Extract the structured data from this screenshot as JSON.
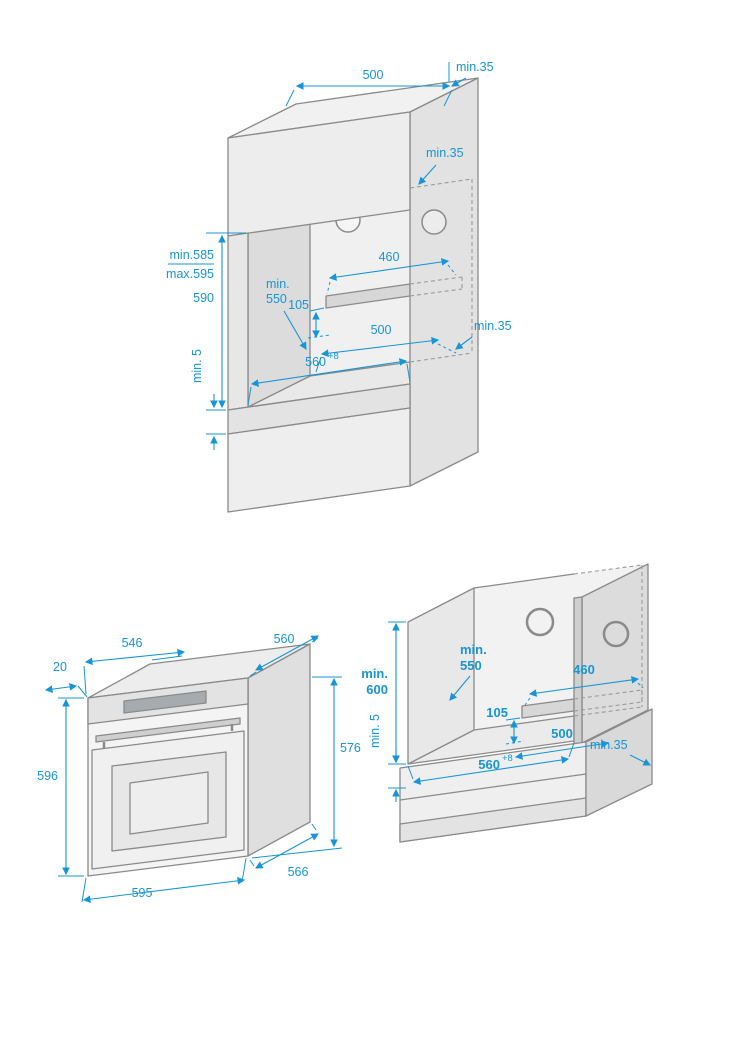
{
  "page": {
    "background": "#ffffff"
  },
  "colors": {
    "dimension_blue": "#1795d4",
    "outline_gray": "#8a8a8a"
  },
  "tall_cabinet": {
    "dims": {
      "top_depth": "500",
      "top_clearance": "min.35",
      "mid_clearance": "min.35",
      "niche_min_height": "min.585",
      "niche_max_height": "max.595",
      "opening_height": "590",
      "bottom_gap": "min. 5",
      "depth_word": "min.",
      "depth_value": "550",
      "vent_offset": "105",
      "vent_width": "460",
      "rear_clearance": "min.35",
      "floor_depth": "500",
      "opening_width": "560",
      "opening_width_tol": "+8"
    }
  },
  "oven": {
    "dims": {
      "top_depth": "546",
      "overhang": "20",
      "side_depth": "560",
      "body_height": "576",
      "front_height": "596",
      "width": "595",
      "total_depth": "566"
    }
  },
  "base_cabinet": {
    "dims": {
      "height_word": "min.",
      "height_value": "600",
      "bottom_gap": "min. 5",
      "depth_word": "min.",
      "depth_value": "550",
      "vent_width": "460",
      "vent_offset": "105",
      "rear_clearance": "min.35",
      "floor_depth": "500",
      "opening_width": "560",
      "opening_width_tol": "+8"
    }
  }
}
